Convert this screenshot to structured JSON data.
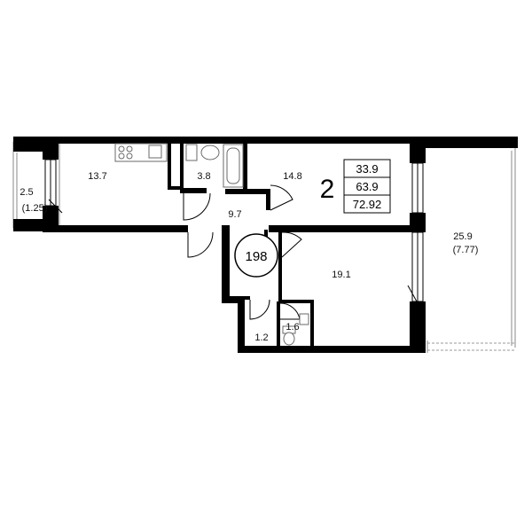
{
  "plan": {
    "apartment_number": "198",
    "rooms_count": "2",
    "areas": {
      "living": "33.9",
      "total": "63.9",
      "total_with_balcony": "72.92"
    },
    "room_labels": {
      "kitchen": "13.7",
      "bathroom": "3.8",
      "room_1": "14.8",
      "hall": "9.7",
      "room_2": "19.1",
      "storage": "1.2",
      "wc": "1.6",
      "balcony_left": "2.5",
      "balcony_left_reduced": "(1.25)",
      "balcony_right": "25.9",
      "balcony_right_reduced": "(7.77)"
    }
  }
}
